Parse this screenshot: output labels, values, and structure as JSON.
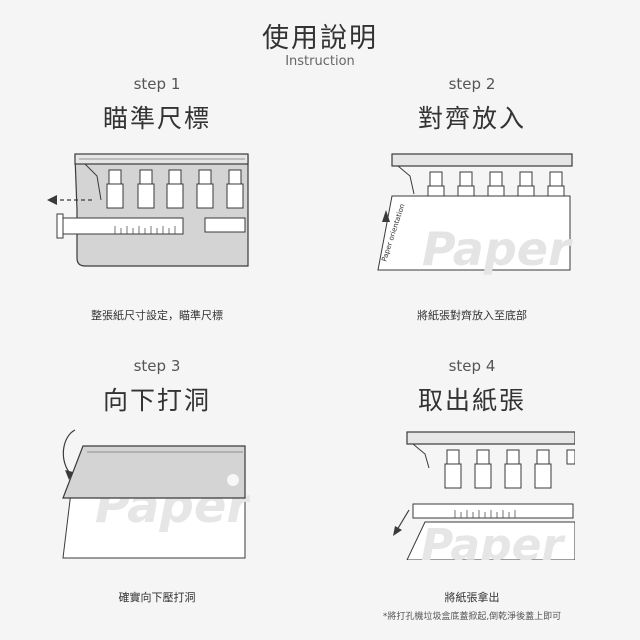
{
  "header": {
    "title": "使用說明",
    "subtitle": "Instruction"
  },
  "steps": [
    {
      "label": "step 1",
      "title": "瞄準尺標",
      "caption": "整張紙尺寸設定，瞄準尺標"
    },
    {
      "label": "step 2",
      "title": "對齊放入",
      "caption": "將紙張對齊放入至底部",
      "figure_text": [
        "Paper",
        "Paper orientation"
      ]
    },
    {
      "label": "step 3",
      "title": "向下打洞",
      "caption": "確實向下壓打洞",
      "figure_text": [
        "Paper"
      ]
    },
    {
      "label": "step 4",
      "title": "取出紙張",
      "caption": "將紙張拿出",
      "note": "*將打孔機垃圾盒底蓋掀起,倒乾淨後蓋上即可",
      "figure_text": [
        "Paper"
      ]
    }
  ],
  "colors": {
    "text": "#333333",
    "device_gray": "#d6d6d6",
    "outline": "#3a3a3a",
    "paper": "#ffffff"
  }
}
